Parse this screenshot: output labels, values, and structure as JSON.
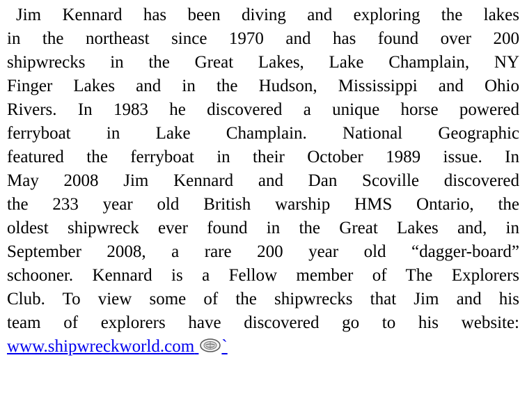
{
  "body": {
    "lines": [
      "Jim Kennard has been diving and exploring the lakes",
      "in the northeast since 1970 and has found over 200",
      "shipwrecks in the Great Lakes, Lake Champlain, NY",
      "Finger Lakes and in the Hudson, Mississippi and Ohio",
      "Rivers. In 1983 he discovered a unique horse powered",
      "ferryboat in Lake Champlain.  National Geographic",
      "featured the ferryboat in their October 1989 issue.  In",
      "May 2008 Jim Kennard and Dan Scoville discovered",
      "the 233 year old British warship HMS Ontario, the",
      "oldest shipwreck ever found in the Great Lakes and, in",
      "September 2008, a rare 200 year old “dagger-board”",
      "schooner. Kennard is a Fellow member of The Explorers",
      "Club.  To view some of the shipwrecks that Jim and his",
      "team of explorers have discovered go to his website:"
    ],
    "link": {
      "text": "www.shipwreckworld.com",
      "trailing": "`"
    }
  },
  "icon": "globe-icon",
  "colors": {
    "text": "#000000",
    "link": "#0000ee",
    "background": "#ffffff"
  }
}
